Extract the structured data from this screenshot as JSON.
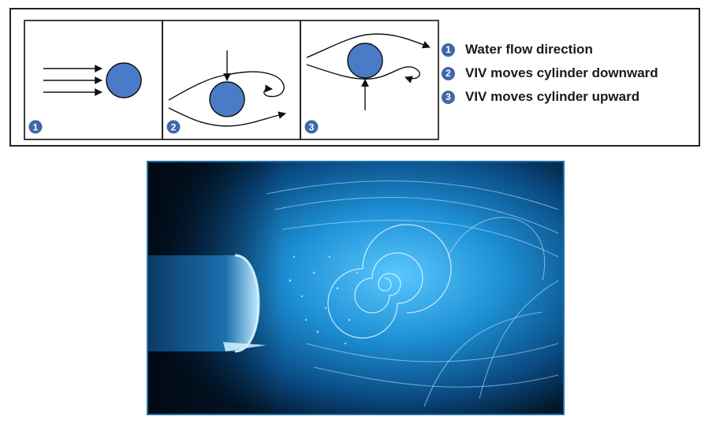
{
  "diagram": {
    "panels": [
      {
        "number": "1"
      },
      {
        "number": "2"
      },
      {
        "number": "3"
      }
    ],
    "legend": [
      {
        "number": "1",
        "text": "Water flow direction"
      },
      {
        "number": "2",
        "text": "VIV moves cylinder downward"
      },
      {
        "number": "3",
        "text": "VIV moves cylinder upward"
      }
    ],
    "colors": {
      "cylinder": "#4a7bc6",
      "badge": "#3f68a8",
      "stroke": "#111111",
      "photo_border": "#1f6fa8"
    }
  },
  "photo": {
    "subject": "flow-visualization-photo"
  }
}
